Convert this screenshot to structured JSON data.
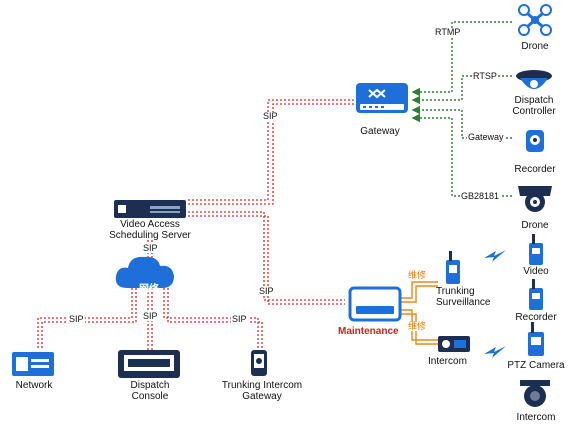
{
  "devices": {
    "gateway": "Gateway",
    "server": "Video Access\nScheduling Server",
    "cloud": "网络",
    "maintenance": "Maintenance",
    "network": "Network",
    "dispatch_console": "Dispatch\nConsole",
    "trunking_intercom_gateway": "Trunking Intercom\nGateway",
    "trunking_surveillance": "Trunking\nSurveillance",
    "intercom_device": "Intercom"
  },
  "right_column": [
    "Drone",
    "Dispatch\nController",
    "Recorder",
    "Drone",
    "Video",
    "Recorder",
    "PTZ Camera",
    "Intercom"
  ],
  "protocols": {
    "rtmp": "RTMP",
    "rtsp": "RTSP",
    "gateway": "Gateway",
    "gb28181": "GB28181",
    "sip_gateway": "SIP",
    "sip_server": "SIP",
    "sip_maintenance": "SIP",
    "sip_network": "SIP",
    "sip_console": "SIP",
    "sip_tig": "SIP",
    "relay_top": "维修",
    "relay_bottom": "维修"
  },
  "colors": {
    "blue": "#1e6fd9",
    "red_dash": "#d62a2a",
    "green_dash": "#2e7d32",
    "orange": "#e8891a",
    "navy": "#1c2f52"
  }
}
